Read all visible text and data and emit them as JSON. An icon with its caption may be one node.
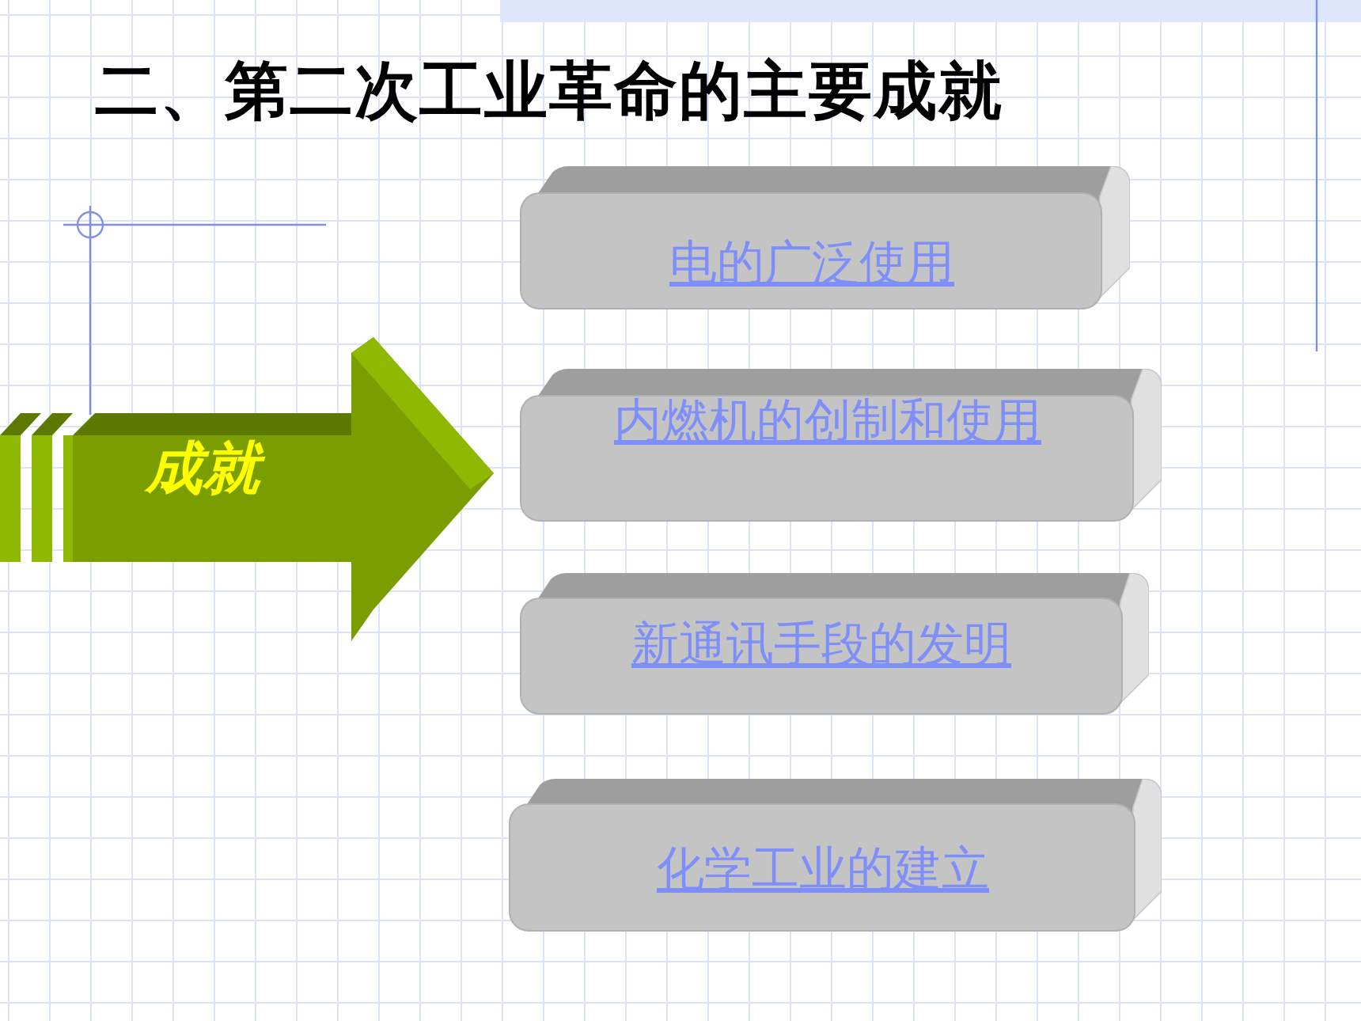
{
  "diagram": {
    "title": "二、第二次工业革命的主要成就",
    "nodes": [
      {
        "text": [
          "成就"
        ]
      },
      {
        "text": [
          "电的广泛使用"
        ]
      },
      {
        "text": [
          "内燃机的创制和使用"
        ]
      },
      {
        "text": [
          "新通讯手段的发明"
        ]
      },
      {
        "text": [
          "化学工业的建立"
        ]
      }
    ]
  }
}
